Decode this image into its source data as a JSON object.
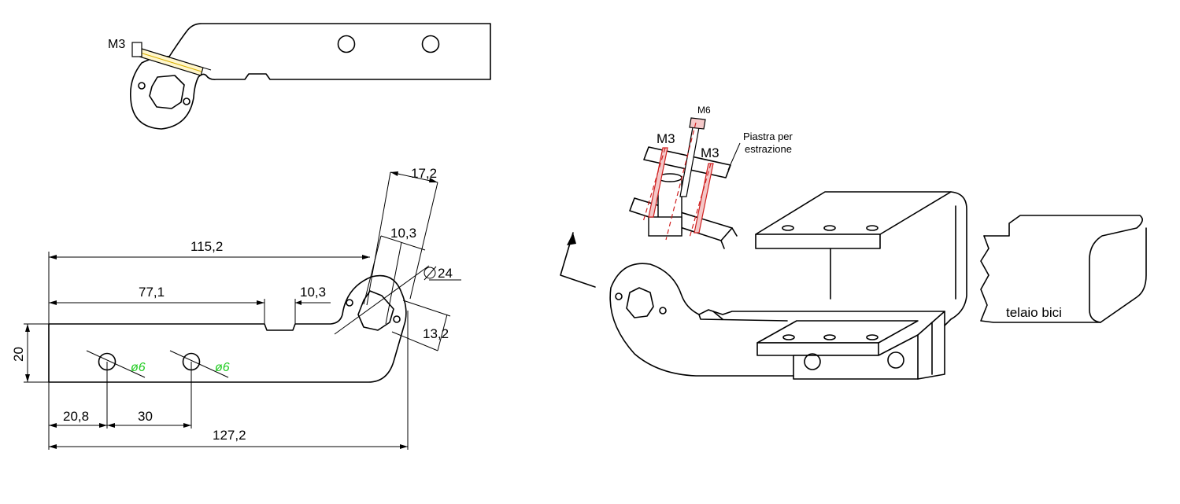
{
  "screw_views": {
    "top_left_bolt": "M3",
    "assembly_bolt_center": "M6",
    "assembly_bolt_left": "M3",
    "assembly_bolt_right": "M3"
  },
  "dimensions": {
    "d_115_2": "115,2",
    "d_77_1": "77,1",
    "d_10_3_slot": "10,3",
    "d_17_2": "17,2",
    "d_10_3_arm": "10,3",
    "d_24": "24",
    "d_13_2": "13,2",
    "d_20": "20",
    "hole_a": "ø6",
    "hole_b": "ø6",
    "d_20_8": "20,8",
    "d_30": "30",
    "d_127_2": "127,2"
  },
  "labels": {
    "plate_line1": "Piastra per",
    "plate_line2": "estrazione",
    "frame": "telaio bici"
  },
  "colors": {
    "dimension_green": "#22cc22",
    "bolt_red": "#d02020",
    "bolt_fill": "#fff6cc"
  }
}
